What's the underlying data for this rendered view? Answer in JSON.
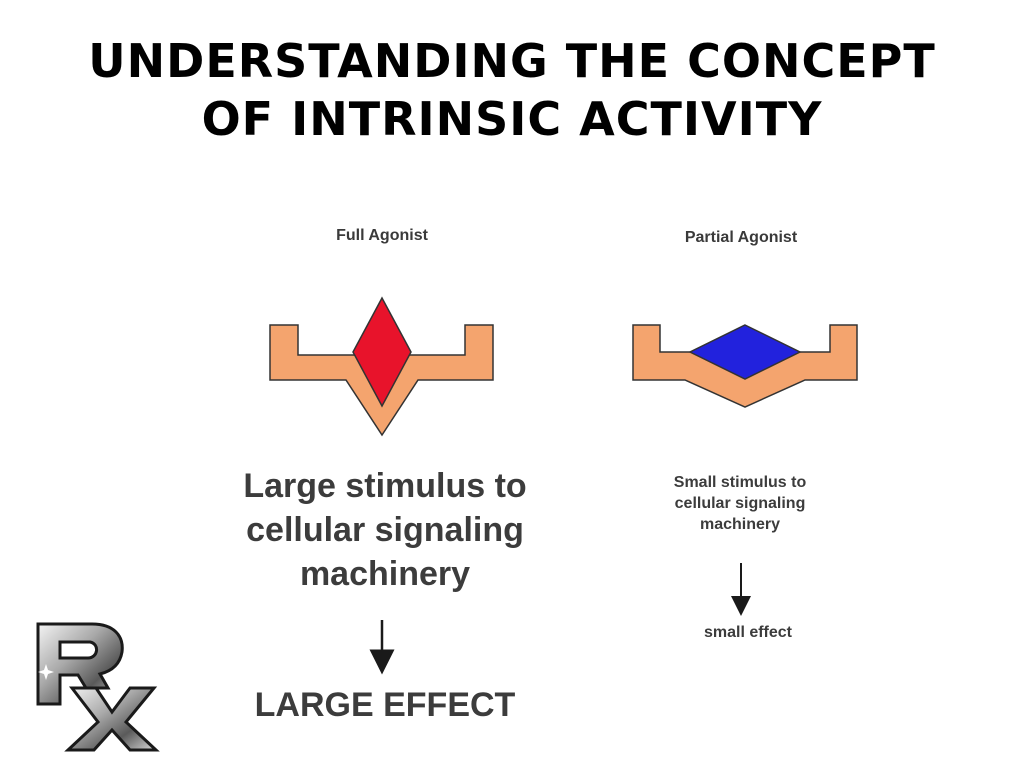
{
  "slide": {
    "title_line1": "UNDERSTANDING THE CONCEPT",
    "title_line2": "OF INTRINSIC ACTIVITY"
  },
  "full_agonist": {
    "heading": "Full Agonist",
    "stimulus_line1": "Large stimulus to",
    "stimulus_line2": "cellular signaling",
    "stimulus_line3": "machinery",
    "effect": "LARGE EFFECT",
    "ligand_color": "#e8132b"
  },
  "partial_agonist": {
    "heading": "Partial Agonist",
    "stimulus_line1": "Small stimulus to",
    "stimulus_line2": "cellular signaling",
    "stimulus_line3": "machinery",
    "effect": "small effect",
    "ligand_color": "#2222dd"
  },
  "colors": {
    "receptor": "#f4a46e",
    "outline": "#333333",
    "arrow": "#1a1a1a"
  },
  "logo": {
    "text": "RX",
    "icon": "rx-pharmacy-logo"
  }
}
